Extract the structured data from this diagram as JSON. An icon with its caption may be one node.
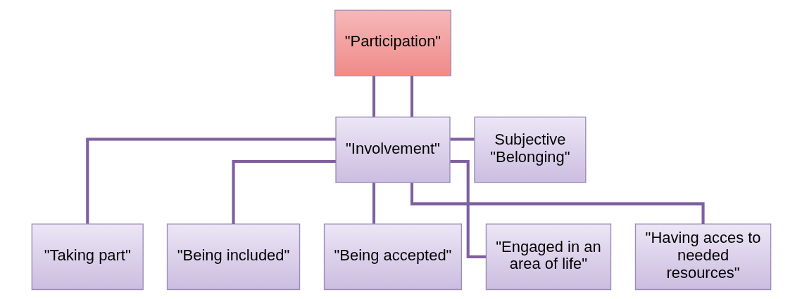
{
  "diagram": {
    "nodes": [
      {
        "text": [
          "\"Participation\""
        ]
      },
      {
        "text": [
          "\"Involvement\""
        ]
      },
      {
        "text": [
          "Subjective \"Belonging\""
        ]
      },
      {
        "text": [
          "\"Taking part\""
        ]
      },
      {
        "text": [
          "\"Being included\""
        ]
      },
      {
        "text": [
          "\"Being accepted\""
        ]
      },
      {
        "text": [
          "\"Engaged in an area of life\""
        ]
      },
      {
        "text": [
          "\"Having acces to needed resources\""
        ]
      }
    ],
    "edges": [
      {
        "from": 0,
        "to": 1,
        "arrow": "none"
      },
      {
        "from": 0,
        "to": 1,
        "arrow": "none"
      },
      {
        "from": 1,
        "to": 2,
        "arrow": "none"
      },
      {
        "from": 1,
        "to": 3,
        "arrow": "none"
      },
      {
        "from": 1,
        "to": 4,
        "arrow": "none"
      },
      {
        "from": 1,
        "to": 5,
        "arrow": "none"
      },
      {
        "from": 1,
        "to": 6,
        "arrow": "none"
      },
      {
        "from": 1,
        "to": 7,
        "arrow": "none"
      }
    ]
  }
}
